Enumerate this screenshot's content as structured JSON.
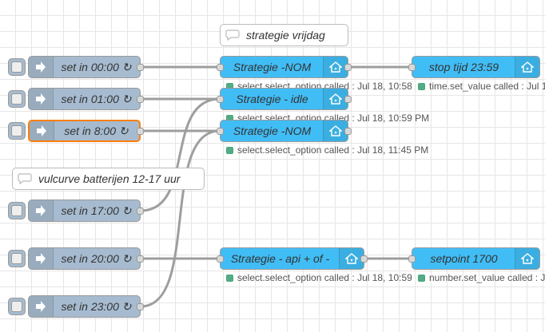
{
  "comments": [
    {
      "label": "strategie vrijdag"
    },
    {
      "label": "vulcurve batterijen 12-17 uur"
    }
  ],
  "inject_nodes": [
    {
      "label": "set in 00:00 ↻"
    },
    {
      "label": "set in 01:00 ↻"
    },
    {
      "label": "set in 8:00 ↻",
      "selected": true
    },
    {
      "label": "set in 17:00 ↻"
    },
    {
      "label": "set in 20:00 ↻"
    },
    {
      "label": "set in 23:00 ↻"
    }
  ],
  "ha_nodes": [
    {
      "label": "Strategie -NOM",
      "status": "select.select_option called : Jul 18, 10:58"
    },
    {
      "label": "stop tijd 23:59",
      "status": "time.set_value called : Jul 1"
    },
    {
      "label": "Strategie - idle",
      "status": "select.select_option called : Jul 18, 10:59 PM"
    },
    {
      "label": "Strategie -NOM",
      "status": "select.select_option called : Jul 18, 11:45 PM"
    },
    {
      "label": "Strategie - api + of -",
      "status": "select.select_option called : Jul 18, 10:59"
    },
    {
      "label": "setpoint 1700",
      "status": "number.set_value called : J"
    }
  ],
  "icons": {
    "inject": "inject-arrow-icon",
    "ha": "home-assistant-icon",
    "comment": "speech-bubble-icon"
  },
  "colors": {
    "inject_node": "#a6bbcf",
    "ha_node": "#41bdf5",
    "selected_border": "#ff7f0e",
    "status_ok": "#55aa88",
    "wire": "#999999"
  }
}
